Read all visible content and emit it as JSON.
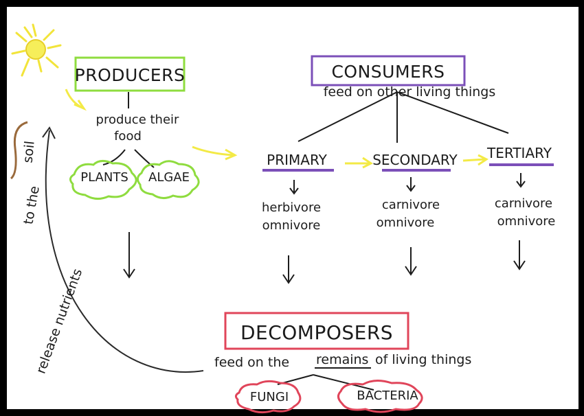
{
  "producers": {
    "title": "PRODUCERS",
    "description_line1": "produce their",
    "description_line2": "food",
    "examples": [
      "PLANTS",
      "ALGAE"
    ]
  },
  "consumers": {
    "title": "CONSUMERS",
    "description": "feed on other living things",
    "levels": [
      {
        "name": "PRIMARY",
        "diet_line1": "herbivore",
        "diet_line2": "omnivore"
      },
      {
        "name": "SECONDARY",
        "diet_line1": "carnivore",
        "diet_line2": "omnivore"
      },
      {
        "name": "TERTIARY",
        "diet_line1": "carnivore",
        "diet_line2": "omnivore"
      }
    ]
  },
  "decomposers": {
    "title": "DECOMPOSERS",
    "description_before": "feed on the",
    "description_emphasis": "remains",
    "description_after": "of living things",
    "examples": [
      "FUNGI",
      "BACTERIA"
    ]
  },
  "cycle_label": {
    "part1": "release nutrients",
    "part2": "to the",
    "part3": "soil"
  },
  "colors": {
    "producers": "#8fdc3f",
    "consumers": "#7b4fb8",
    "decomposers": "#e0455a",
    "sun": "#f2e43a",
    "arrow_highlight": "#f3ea46",
    "ink": "#1c1c1c",
    "bracket": "#9a6a3c"
  },
  "icons": [
    "sun-icon"
  ]
}
